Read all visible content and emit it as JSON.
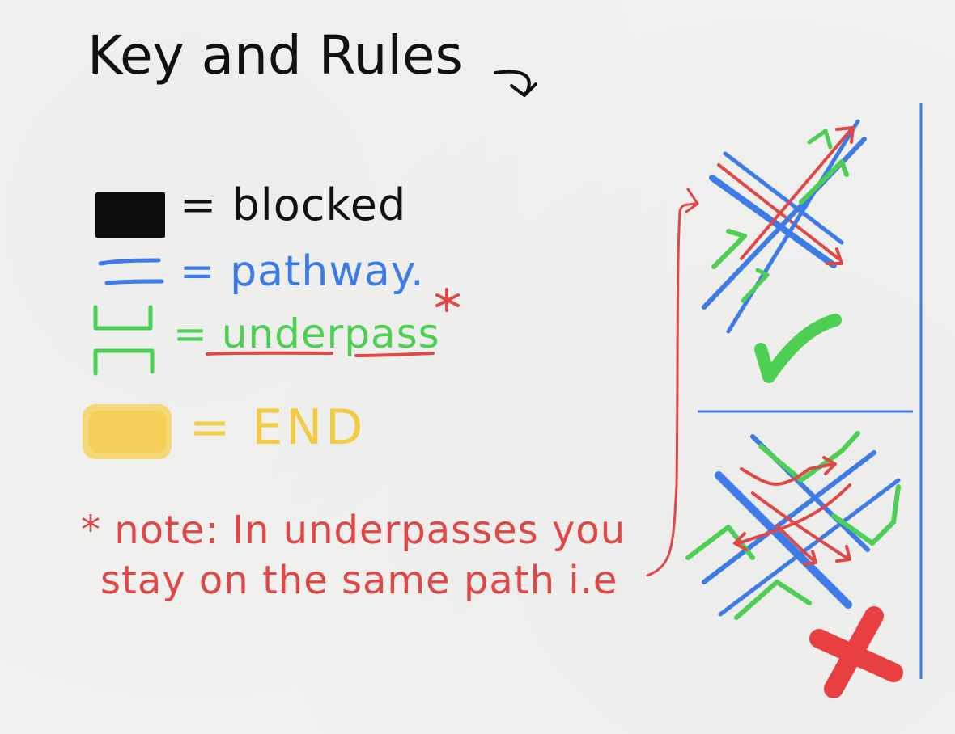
{
  "title": "Key and Rules",
  "key": {
    "blocked": "= blocked",
    "pathway": "= pathway.",
    "underpass": "= underpass",
    "end": "= END"
  },
  "note": {
    "line1": "* note: In underpasses you",
    "line2": "stay on the same path i.e"
  },
  "colors": {
    "ink": "#111111",
    "pathway_blue": "#3d7be6",
    "underpass_green": "#4ccf52",
    "note_red": "#e04848",
    "end_yellow": "#f2cc44"
  },
  "icons": [
    "arrow-down-icon",
    "asterisk-icon",
    "check-mark-icon",
    "cross-mark-icon"
  ]
}
